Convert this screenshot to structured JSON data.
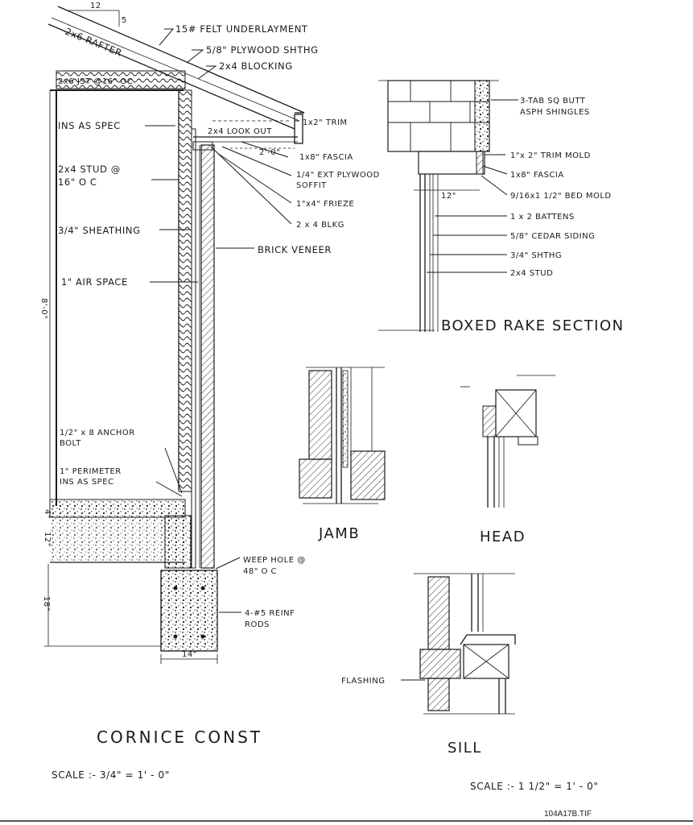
{
  "roof_slope": {
    "run": "12",
    "rise": "5"
  },
  "cornice_labels": {
    "felt": "15# FELT UNDERLAYMENT",
    "rafter": "2x6 RAFTER",
    "plywood": "5/8\" PLYWOOD SHTHG",
    "blocking": "2x4 BLOCKING",
    "joist": "2x6 JST @16\" OC",
    "ins": "INS AS SPEC",
    "trim": "1x2\" TRIM",
    "lookout": "2x4 LOOK OUT",
    "overhang": "2'-0\"",
    "fascia": "1x8\" FASCIA",
    "soffit1": "1/4\" EXT PLYWOOD",
    "soffit2": "SOFFIT",
    "frieze": "1\"x4\" FRIEZE",
    "blkg": "2 x 4 BLKG",
    "stud1": "2x4 STUD @",
    "stud2": "16\" O C",
    "sheathing": "3/4\" SHEATHING",
    "brick": "BRICK VENEER",
    "air": "1\" AIR SPACE",
    "wall_height": "8'-0\"",
    "bolt1": "1/2\" x 8 ANCHOR",
    "bolt2": "BOLT",
    "perim1": "1\" PERIMETER",
    "perim2": "INS AS SPEC",
    "weep1": "WEEP HOLE @",
    "weep2": "48\" O C",
    "rods1": "4-#5 REINF",
    "rods2": "RODS",
    "footing_width": "14\"",
    "footing_depth": "18\"",
    "slab": "4\"",
    "gravel": "12\""
  },
  "rake_labels": {
    "shingles1": "3-TAB SQ BUTT",
    "shingles2": "ASPH SHINGLES",
    "trim_mold": "1\"x 2\" TRIM MOLD",
    "fascia": "1x8\" FASCIA",
    "bed_mold": "9/16x1 1/2\" BED MOLD",
    "battens": "1 x 2 BATTENS",
    "siding": "5/8\" CEDAR SIDING",
    "shthg": "3/4\" SHTHG",
    "stud": "2x4 STUD",
    "dim": "12\"",
    "title": "BOXED RAKE SECTION"
  },
  "details": {
    "jamb": "JAMB",
    "head": "HEAD",
    "sill": "SILL",
    "flashing": "FLASHING"
  },
  "titles": {
    "cornice": "CORNICE CONST",
    "scale_left": "SCALE :- 3/4\" = 1' - 0\"",
    "scale_right": "SCALE :- 1 1/2\" = 1' - 0\"",
    "filename": "104A17B.TIF"
  }
}
